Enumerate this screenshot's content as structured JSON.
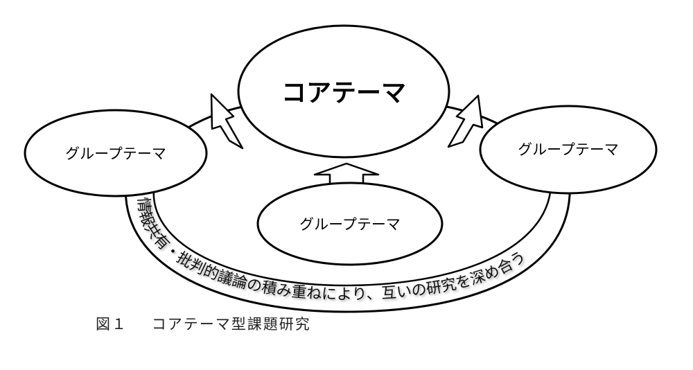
{
  "diagram": {
    "core_label": "コアテーマ",
    "left_group_label": "グループテーマ",
    "right_group_label": "グループテーマ",
    "bottom_group_label": "グループテーマ",
    "arc_text": "情報共有・批判的議論の積み重ねにより、互いの研究を深め合う"
  },
  "caption": {
    "figure_number": "図１",
    "title": "コアテーマ型課題研究"
  }
}
